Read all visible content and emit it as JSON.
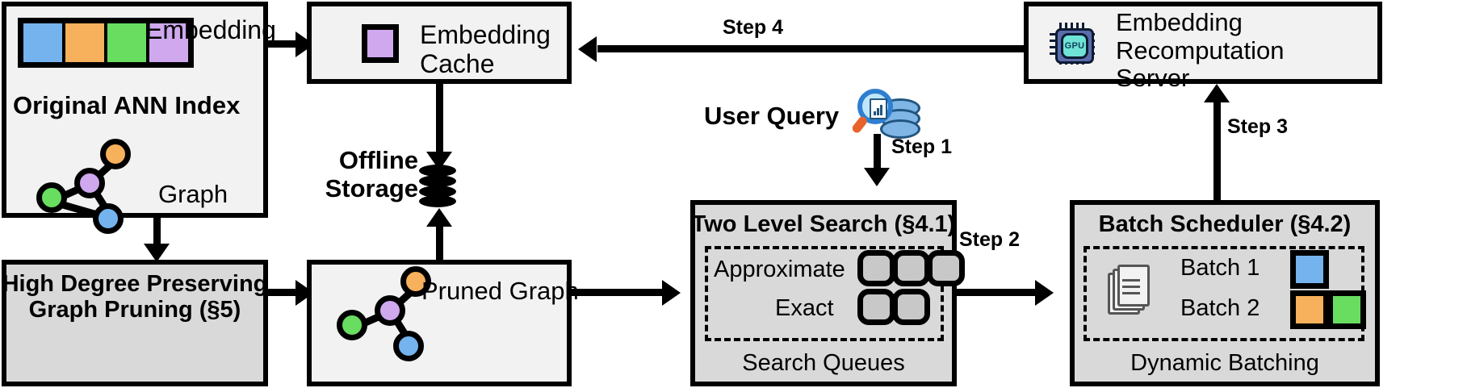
{
  "diagram": {
    "title": "ANN search system architecture with embedding recomputation",
    "colors": {
      "blue": "#74b3ee",
      "orange": "#f7b05b",
      "green": "#68dd60",
      "purple": "#cfa8ee",
      "box_fill": "#f2f2f2",
      "box_fill_grey": "#d9d9d9",
      "stroke": "#000000",
      "gpu_core": "#6fe3d6",
      "gpu_body": "#5b6cab"
    }
  },
  "original_index": {
    "title": "Original ANN Index",
    "embedding_label": "Embedding",
    "graph_label": "Graph",
    "embedding_cells": [
      "blue",
      "orange",
      "green",
      "purple"
    ],
    "graph_nodes": [
      "orange",
      "purple",
      "green",
      "blue"
    ],
    "graph_edges": [
      [
        "purple",
        "orange"
      ],
      [
        "green",
        "purple"
      ],
      [
        "purple",
        "blue"
      ],
      [
        "green",
        "blue"
      ]
    ]
  },
  "embedding_cache": {
    "title": "Embedding\nCache",
    "icon": "purple-square-icon",
    "icon_color": "purple"
  },
  "offline_storage": {
    "label": "Offline\nStorage",
    "icon": "database-cylinder-icon"
  },
  "pruning": {
    "title": "High Degree Preserving\nGraph Pruning (§5)"
  },
  "pruned_graph": {
    "label": "Pruned Graph",
    "graph_nodes": [
      "orange",
      "purple",
      "green",
      "blue"
    ],
    "graph_edges": [
      [
        "purple",
        "orange"
      ],
      [
        "green",
        "purple"
      ],
      [
        "purple",
        "blue"
      ]
    ]
  },
  "user_query": {
    "label": "User Query",
    "icon": "magnifier-over-database-icon"
  },
  "two_level_search": {
    "title": "Two Level Search (§4.1)",
    "caption": "Search Queues",
    "rows": [
      {
        "label": "Approximate",
        "slots": 3
      },
      {
        "label": "Exact",
        "slots": 2
      }
    ]
  },
  "batch_scheduler": {
    "title": "Batch Scheduler (§4.2)",
    "caption": "Dynamic Batching",
    "icon": "documents-stack-icon",
    "batches": [
      {
        "label": "Batch 1",
        "items": [
          "blue"
        ]
      },
      {
        "label": "Batch 2",
        "items": [
          "orange",
          "green"
        ]
      }
    ]
  },
  "recomputation_server": {
    "title": "Embedding\nRecomputation\nServer",
    "icon": "gpu-chip-icon",
    "icon_text": "GPU"
  },
  "steps": {
    "step1": "Step 1",
    "step2": "Step 2",
    "step3": "Step 3",
    "step4": "Step 4"
  }
}
